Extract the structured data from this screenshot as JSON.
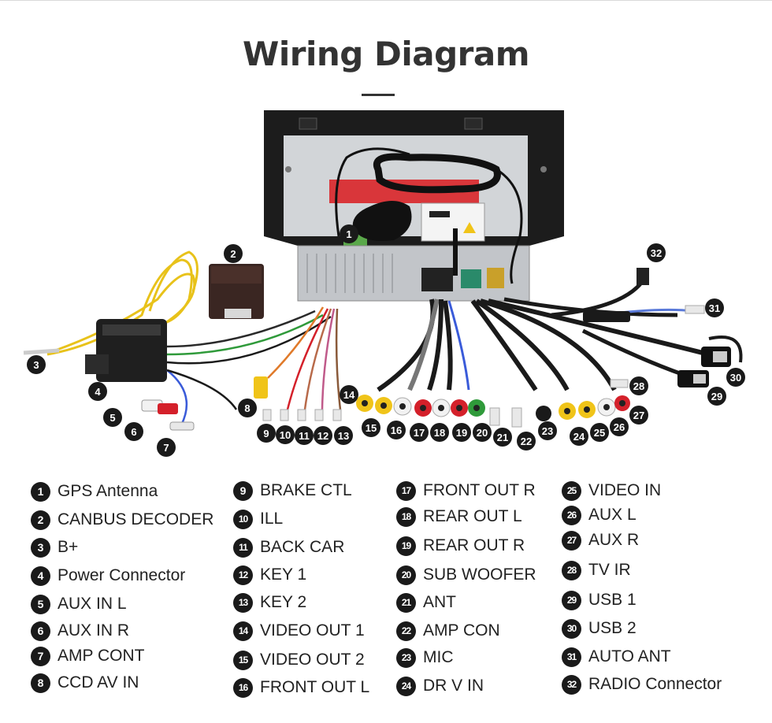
{
  "title": "Wiring Diagram",
  "items": [
    {
      "num": "1",
      "label": "GPS Antenna"
    },
    {
      "num": "2",
      "label": "CANBUS DECODER"
    },
    {
      "num": "3",
      "label": "B+"
    },
    {
      "num": "4",
      "label": "Power Connector"
    },
    {
      "num": "5",
      "label": "AUX IN L"
    },
    {
      "num": "6",
      "label": "AUX IN R"
    },
    {
      "num": "7",
      "label": "AMP CONT"
    },
    {
      "num": "8",
      "label": "CCD AV IN"
    },
    {
      "num": "9",
      "label": "BRAKE CTL"
    },
    {
      "num": "10",
      "label": "ILL"
    },
    {
      "num": "11",
      "label": "BACK CAR"
    },
    {
      "num": "12",
      "label": "KEY 1"
    },
    {
      "num": "13",
      "label": "KEY 2"
    },
    {
      "num": "14",
      "label": "VIDEO OUT 1"
    },
    {
      "num": "15",
      "label": "VIDEO OUT 2"
    },
    {
      "num": "16",
      "label": "FRONT OUT L"
    },
    {
      "num": "17",
      "label": "FRONT OUT R"
    },
    {
      "num": "18",
      "label": "REAR OUT L"
    },
    {
      "num": "19",
      "label": "REAR OUT R"
    },
    {
      "num": "20",
      "label": "SUB WOOFER"
    },
    {
      "num": "21",
      "label": "ANT"
    },
    {
      "num": "22",
      "label": "AMP CON"
    },
    {
      "num": "23",
      "label": "MIC"
    },
    {
      "num": "24",
      "label": "DR V IN"
    },
    {
      "num": "25",
      "label": "VIDEO IN"
    },
    {
      "num": "26",
      "label": "AUX L"
    },
    {
      "num": "27",
      "label": "AUX R"
    },
    {
      "num": "28",
      "label": "TV IR"
    },
    {
      "num": "29",
      "label": "USB 1"
    },
    {
      "num": "30",
      "label": "USB 2"
    },
    {
      "num": "31",
      "label": "AUTO ANT"
    },
    {
      "num": "32",
      "label": "RADIO Connector"
    }
  ],
  "colors": {
    "bezel": "#1c1c1c",
    "chassis": "#c9ccd0",
    "harness_yellow": "#e8c21a",
    "rca_yellow": "#f0c419",
    "rca_red": "#d4202a",
    "rca_white": "#f2f2f2",
    "rca_green": "#2f9a3a",
    "wire_black": "#1a1a1a",
    "wire_blue": "#3a5bd9",
    "wire_orange": "#e07a2a",
    "callout": "#1a1a1a"
  }
}
